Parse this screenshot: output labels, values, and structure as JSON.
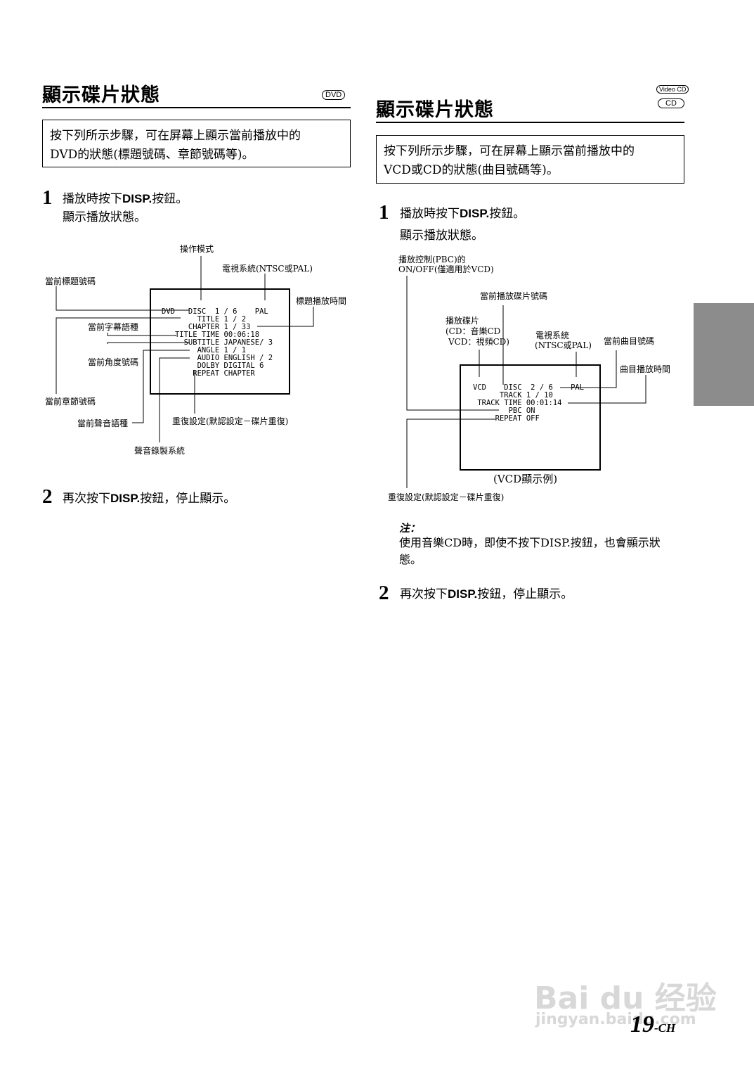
{
  "left": {
    "title": "顯示碟片狀態",
    "badge": "DVD",
    "intro_line1": "按下列所示步驟，可在屏幕上顯示當前播放中的",
    "intro_line2": "DVD的狀態(標題號碼、章節號碼等)。",
    "step1": {
      "num": "1",
      "pre": "播放時按下",
      "key": "DISP.",
      "post": "按鈕。",
      "line2": "顯示播放狀態。"
    },
    "diagram": {
      "screen_lines": [
        "DVD   DISC  1 / 6    PAL",
        "        TITLE 1 / 2",
        "      CHAPTER 1 / 33",
        "   TITLE TIME 00:06:18",
        "     SUBTITLE JAPANESE/ 3",
        "        ANGLE 1 / 1",
        "        AUDIO ENGLISH / 2",
        "        DOLBY DIGITAL 6",
        "       REPEAT CHAPTER"
      ],
      "labels": {
        "op_mode": "操作模式",
        "tv_system": "電視系統(NTSC或PAL)",
        "title_no": "當前標題號碼",
        "title_time": "標題播放時間",
        "subtitle_lang": "當前字幕語種",
        "angle_no": "當前角度號碼",
        "chapter_no": "當前章節號碼",
        "audio_lang": "當前聲音語種",
        "repeat": "重復設定(默認設定－碟片重復)",
        "sound_system": "聲音錄製系統"
      }
    },
    "step2": {
      "num": "2",
      "pre": "再次按下",
      "key": "DISP.",
      "post": "按鈕，停止顯示。"
    }
  },
  "right": {
    "title": "顯示碟片狀態",
    "badge_top": "Video CD",
    "badge_bottom": "CD",
    "intro_line1": "按下列所示步驟，可在屏幕上顯示當前播放中的",
    "intro_line2": "VCD或CD的狀態(曲目號碼等)。",
    "step1": {
      "num": "1",
      "pre": "播放時按下",
      "key": "DISP.",
      "post": "按鈕。",
      "line2": "顯示播放狀態。"
    },
    "diagram": {
      "screen_lines": [
        "VCD    DISC  2 / 6    PAL",
        "      TRACK 1 / 10",
        "",
        " TRACK TIME 00:01:14",
        "        PBC ON",
        "     REPEAT OFF"
      ],
      "labels": {
        "pbc_line1": "播放控制(PBC)的",
        "pbc_line2": "ON/OFF(僅適用於VCD)",
        "disc_no": "當前播放碟片號碼",
        "disc_type_line1": "播放碟片",
        "disc_type_line2": "(CD：音樂CD",
        "disc_type_line3": "VCD：視頻CD)",
        "tv_system_line1": "電視系統",
        "tv_system_line2": "(NTSC或PAL)",
        "track_no": "當前曲目號碼",
        "track_time": "曲目播放時間",
        "caption": "(VCD顯示例)",
        "repeat": "重復設定(默認設定－碟片重復)"
      }
    },
    "note": {
      "title": "注：",
      "line1": "使用音樂CD時，即使不按下DISP.按鈕，也會顯示狀",
      "line2": "態。"
    },
    "step2": {
      "num": "2",
      "pre": "再次按下",
      "key": "DISP.",
      "post": "按鈕，停止顯示。"
    }
  },
  "page_number": "19",
  "page_suffix": "-CH",
  "watermark_line1": "Bai du 经验",
  "watermark_line2": "jingyan.baidu.com"
}
